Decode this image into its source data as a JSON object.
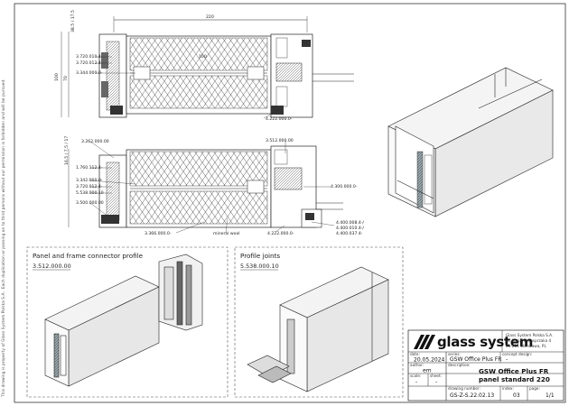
{
  "side_note": "This drawing is property of Glass System Polska S.A.. Each duplication or passing on to third persons without our permission is forbidden and will be pursued.",
  "plan_top": {
    "dim_total": "220",
    "dim_inner": "100",
    "dim_left_small": "38.5 / 17.5",
    "dim_height_a": "100",
    "dim_height_b": "70",
    "labels": [
      "3.720.010.4-",
      "3.720.012.4-",
      "3.344.000.0-",
      "4.222.000.0-"
    ]
  },
  "plan_bottom": {
    "labels_left": [
      "3.262.000.00",
      "1.760.112.4-",
      "3.342.000.0-",
      "3.720.012.4-",
      "5.538.000.10",
      "3.500.000.00"
    ],
    "label_top": "3.512.000.00",
    "label_right": "4.300.000.0-",
    "labels_right_bottom": [
      "4.400.008.4-/",
      "4.400.010.4-/",
      "4.400.037.4-"
    ],
    "label_bottom_left": "3.366.000.0-",
    "label_wool": "mineral wool",
    "label_bottom_right": "4.222.000.0-",
    "dim_small": "16.5 / 7.5 / 17"
  },
  "panel_connector": {
    "title": "Panel and frame connector profile",
    "code": "3.512.000.00"
  },
  "profile_joints": {
    "title": "Profile joints",
    "code": "5.538.000.10"
  },
  "title_block": {
    "brand": "glass system",
    "company_lines": [
      "Glass System Polska S.A.",
      "ul. Mariana Kasprzaka 4",
      "01-211 Warszawa, PL"
    ],
    "date_label": "date:",
    "date": "20.05.2024",
    "series_label": "series:",
    "series": "GSW Office Plus FR",
    "concept_label": "concept design:",
    "concept": "-",
    "author_label": "author:",
    "author": "em",
    "description_label": "description:",
    "description_line1": "GSW Office Plus FR",
    "description_line2": "panel standard 220",
    "scale_label": "scale:",
    "scale": "-",
    "sheet_label": "sheet:",
    "sheet": "-",
    "drawing_number_label": "drawing number:",
    "drawing_number": "GS-Z-S.22.02.13",
    "index_label": "index:",
    "index": "03",
    "page_label": "page:",
    "page": "1/1"
  }
}
